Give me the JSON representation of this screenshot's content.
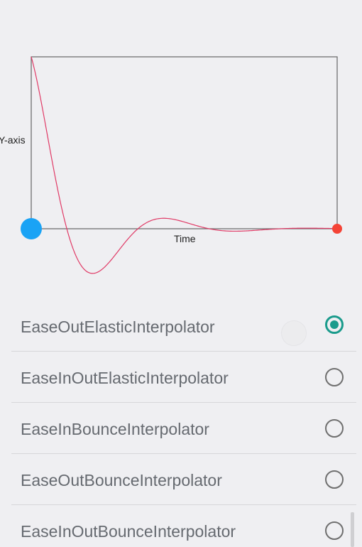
{
  "graph": {
    "y_axis_label": "Y-axis",
    "x_axis_label": "Time",
    "curve_color": "#e03a66",
    "start_dot_color": "#1aa3f5",
    "end_dot_color": "#f44336"
  },
  "interpolators": [
    {
      "label": "EaseOutElasticInterpolator",
      "selected": true
    },
    {
      "label": "EaseInOutElasticInterpolator",
      "selected": false
    },
    {
      "label": "EaseInBounceInterpolator",
      "selected": false
    },
    {
      "label": "EaseOutBounceInterpolator",
      "selected": false
    },
    {
      "label": "EaseInOutBounceInterpolator",
      "selected": false
    }
  ],
  "accent_color": "#1a9b8c"
}
